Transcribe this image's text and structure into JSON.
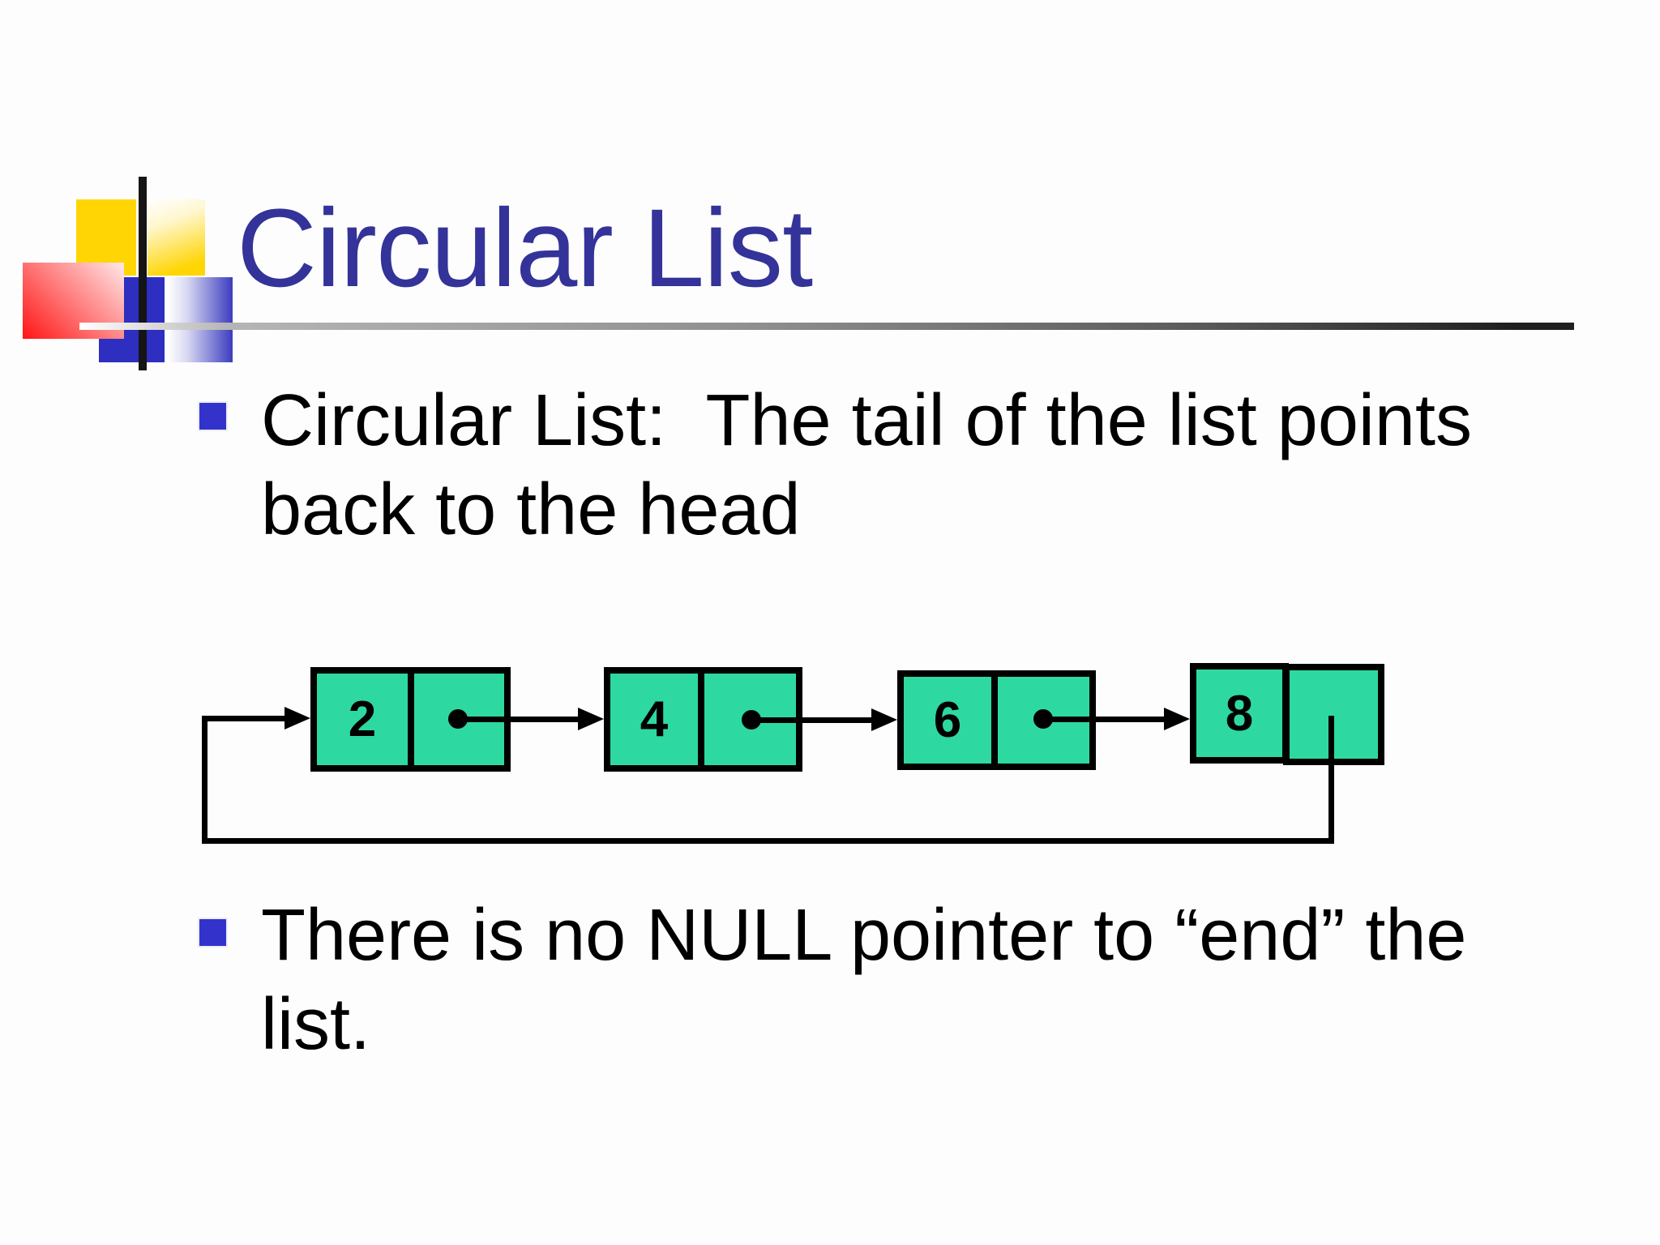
{
  "slide": {
    "title": "Circular List"
  },
  "bullets": [
    {
      "text": "Circular List:  The tail of the list points\nback to the head"
    },
    {
      "text": "There is no NULL pointer to “end” the\nlist."
    }
  ],
  "diagram": {
    "nodes": [
      {
        "value": "2"
      },
      {
        "value": "4"
      },
      {
        "value": "6"
      },
      {
        "value": "8"
      }
    ]
  },
  "colors": {
    "title_text": "#333399",
    "bullet_square": "#3333cc",
    "node_fill": "#2dd9a1",
    "diagram_lines": "#000000",
    "logo_yellow": "#ffd503",
    "logo_blue": "#2e2ec0",
    "logo_red": "#ff1515"
  }
}
